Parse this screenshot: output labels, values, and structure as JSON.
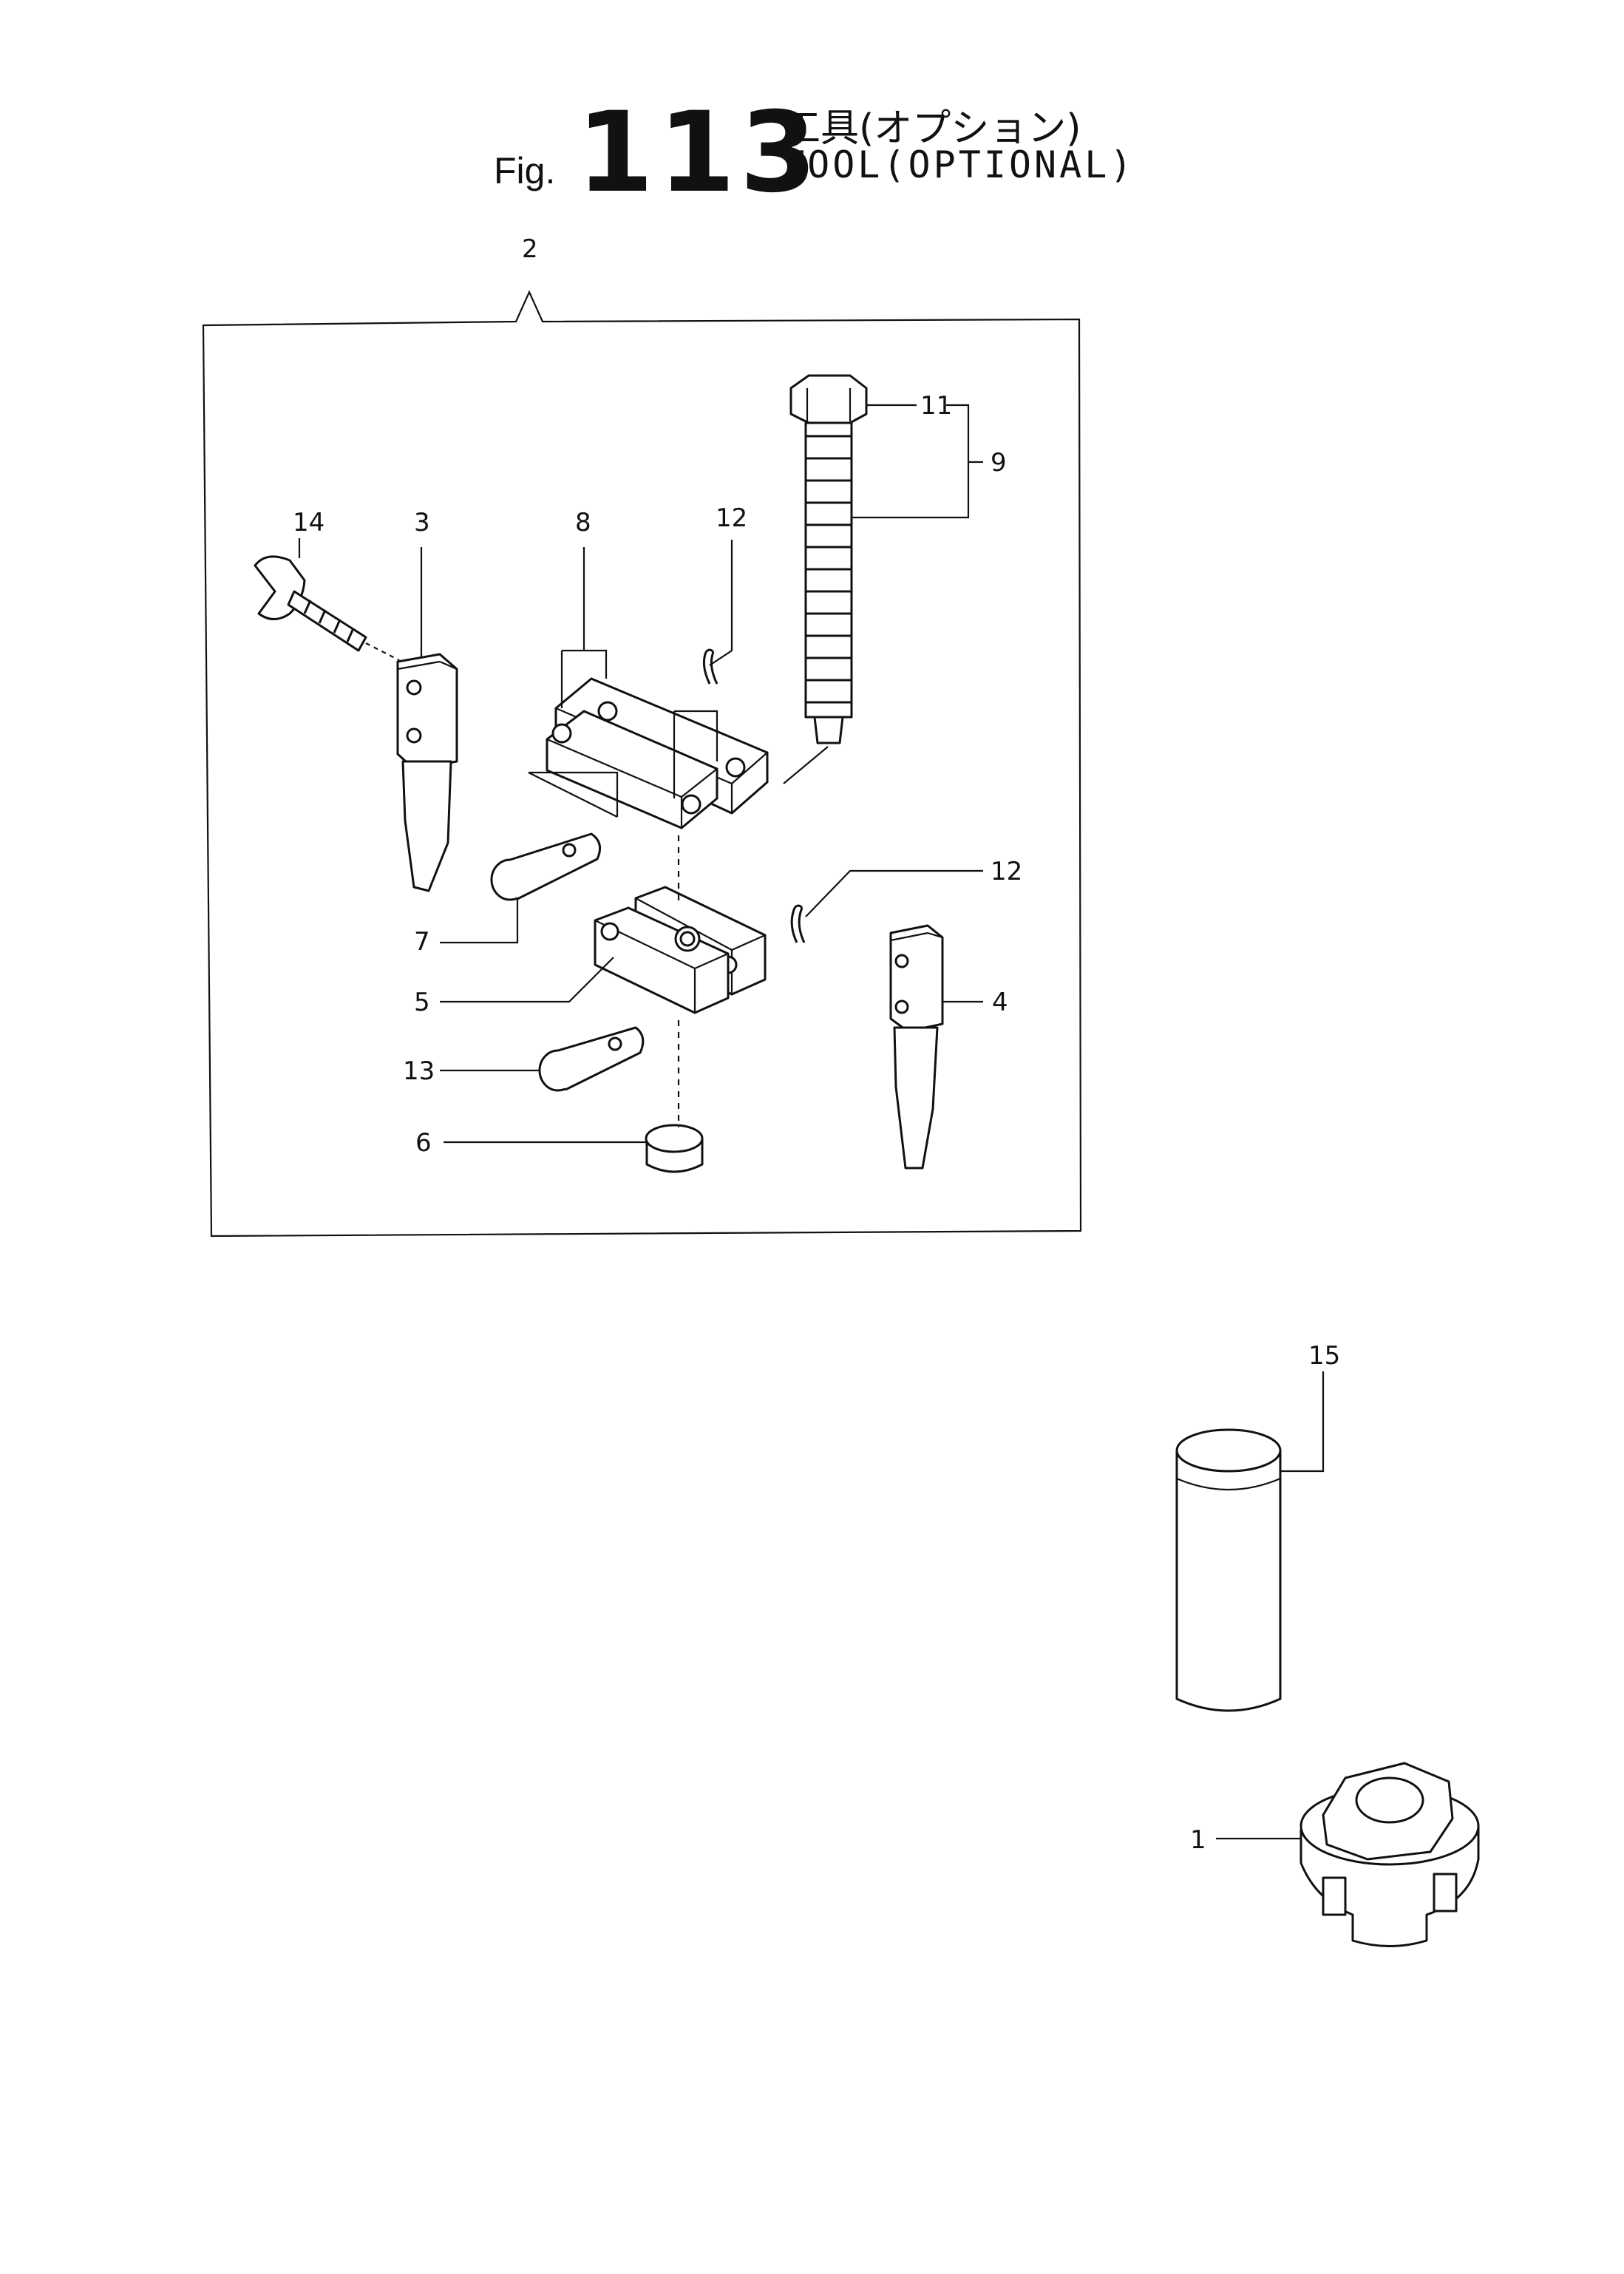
{
  "title": {
    "fig_word": "Fig.",
    "fig_number": "113",
    "name_jp": "工具(オプション)",
    "name_en": "TOOL(OPTIONAL)"
  },
  "callouts": {
    "c1": "1",
    "c2": "2",
    "c3": "3",
    "c4": "4",
    "c5": "5",
    "c6": "6",
    "c7": "7",
    "c8": "8",
    "c9": "9",
    "c11": "11",
    "c12a": "12",
    "c12b": "12",
    "c13": "13",
    "c14": "14",
    "c15": "15"
  }
}
